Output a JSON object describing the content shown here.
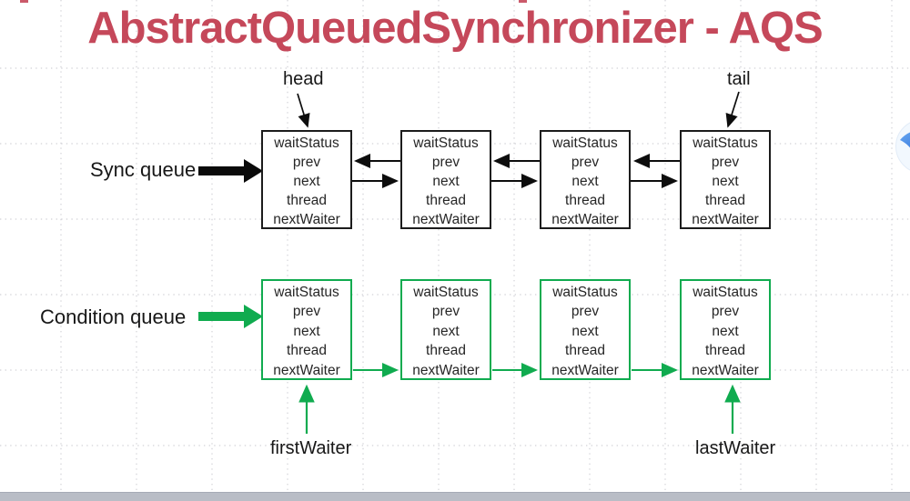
{
  "title": "AbstractQueuedSynchronizer - AQS",
  "node_fields": [
    "waitStatus",
    "prev",
    "next",
    "thread",
    "nextWaiter"
  ],
  "sync_queue": {
    "label": "Sync queue",
    "head_pointer": "head",
    "tail_pointer": "tail",
    "node_count": 4
  },
  "condition_queue": {
    "label": "Condition queue",
    "first_pointer": "firstWaiter",
    "last_pointer": "lastWaiter",
    "node_count": 4
  },
  "colors": {
    "accent-red": "#c5485a",
    "accent-green": "#10ab4f",
    "node-border-black": "#1c1c1c",
    "node-text": "#262626",
    "grid-dot": "#d2d2d7",
    "scrollbar-gray": "#b9bdc6"
  }
}
